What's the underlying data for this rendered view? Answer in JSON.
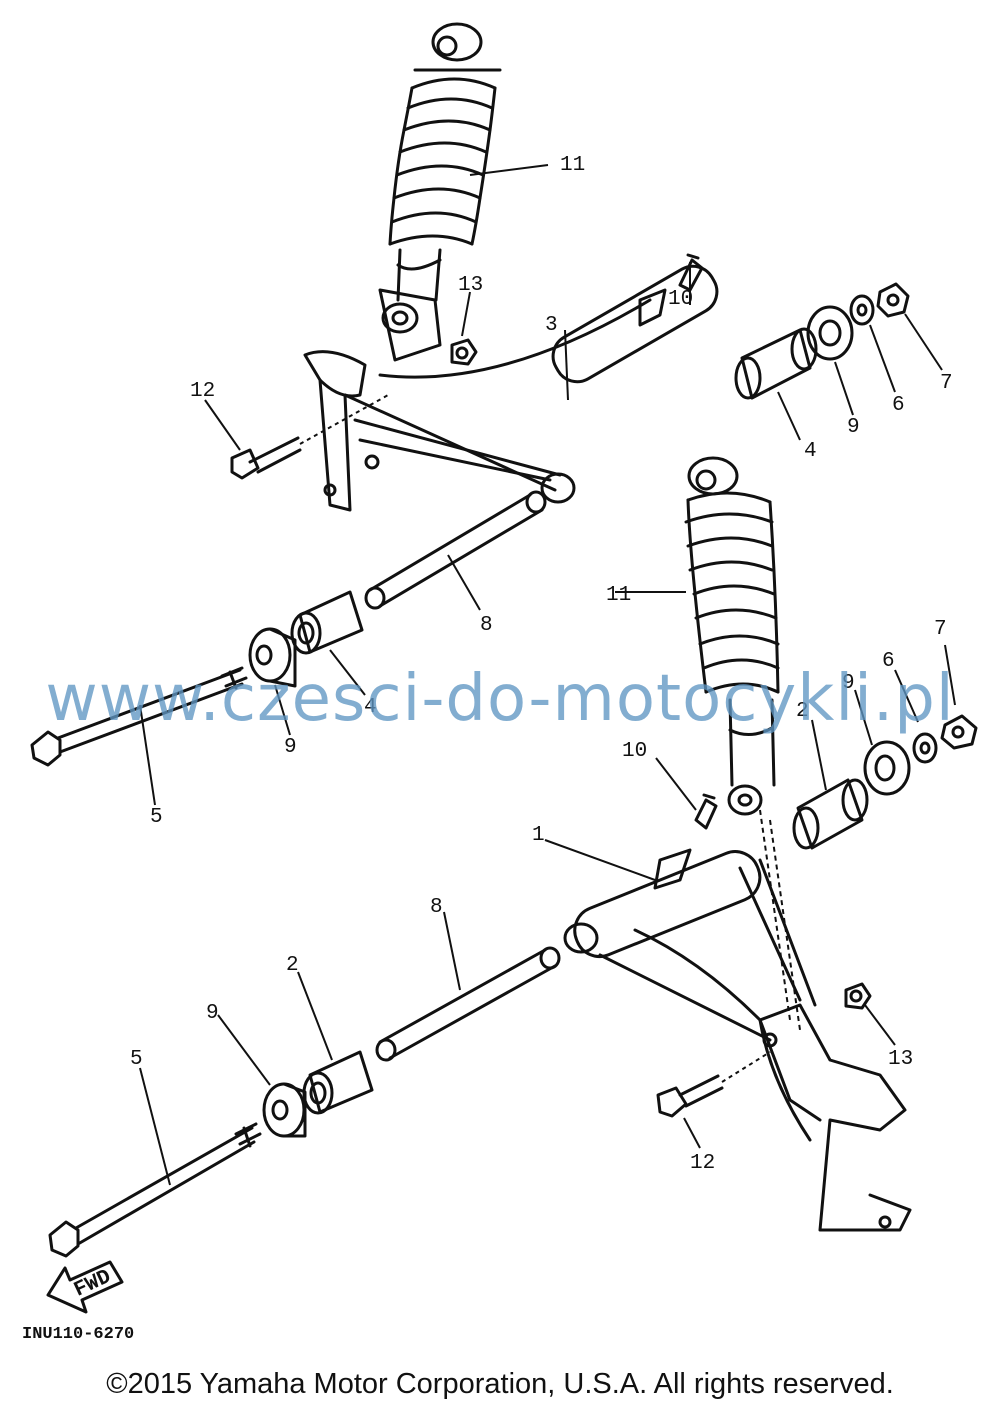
{
  "watermark": "www.czesci-do-motocykli.pl",
  "diagram_code": "INU110-6270",
  "copyright": "©2015 Yamaha Motor Corporation, U.S.A. All rights reserved.",
  "fwd_label": "FWD",
  "callouts": {
    "c1": "1",
    "c2a": "2",
    "c2b": "2",
    "c3": "3",
    "c4a": "4",
    "c4b": "4",
    "c5a": "5",
    "c5b": "5",
    "c6a": "6",
    "c6b": "6",
    "c7a": "7",
    "c7b": "7",
    "c8a": "8",
    "c8b": "8",
    "c9a": "9",
    "c9b": "9",
    "c9c": "9",
    "c9d": "9",
    "c10a": "10",
    "c10b": "10",
    "c11a": "11",
    "c11b": "11",
    "c12a": "12",
    "c12b": "12",
    "c13a": "13",
    "c13b": "13"
  },
  "icons": {
    "fwd_arrow": "fwd-arrow-icon"
  }
}
